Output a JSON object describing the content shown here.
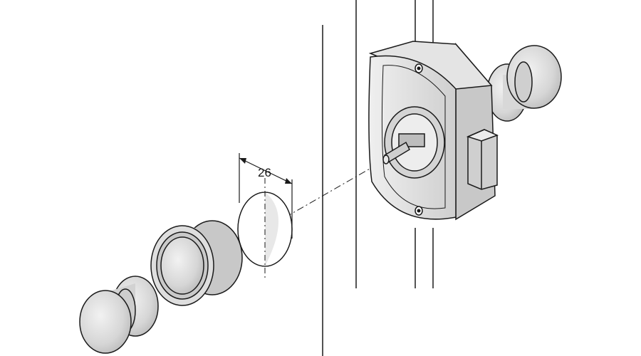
{
  "diagram": {
    "dimension_label": "26",
    "colors": {
      "line": "#1a1a1a",
      "fill_light": "#e6e6e6",
      "fill_mid": "#cfcfcf",
      "fill_dark": "#b4b4b4",
      "background": "#ffffff"
    },
    "parts": [
      "door-panel",
      "rim-lock-body",
      "outer-knob-pair",
      "drill-hole",
      "mounting-rose",
      "inner-knob"
    ]
  }
}
